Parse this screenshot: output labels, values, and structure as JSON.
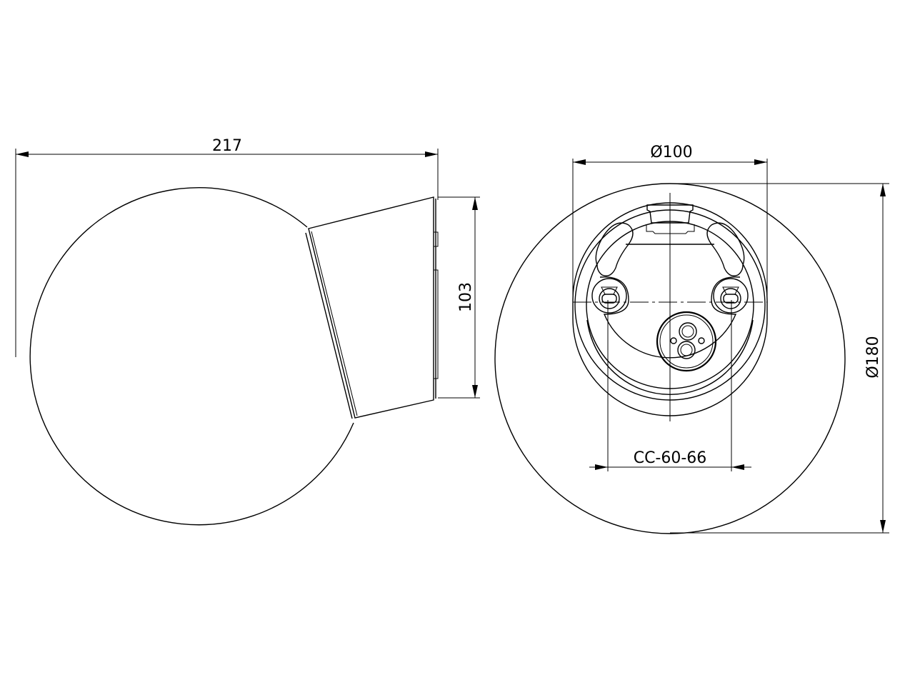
{
  "drawing": {
    "views": [
      {
        "name": "side-view",
        "dimensions": {
          "overall_width": {
            "label": "217"
          },
          "base_height": {
            "label": "103"
          }
        }
      },
      {
        "name": "rear-view",
        "dimensions": {
          "mount_diameter": {
            "label": "Ø100"
          },
          "shade_diameter": {
            "label": "Ø180"
          },
          "hole_spacing": {
            "label": "CC-60-66"
          }
        }
      }
    ],
    "colors": {
      "line": "#000000",
      "background": "#ffffff"
    }
  }
}
